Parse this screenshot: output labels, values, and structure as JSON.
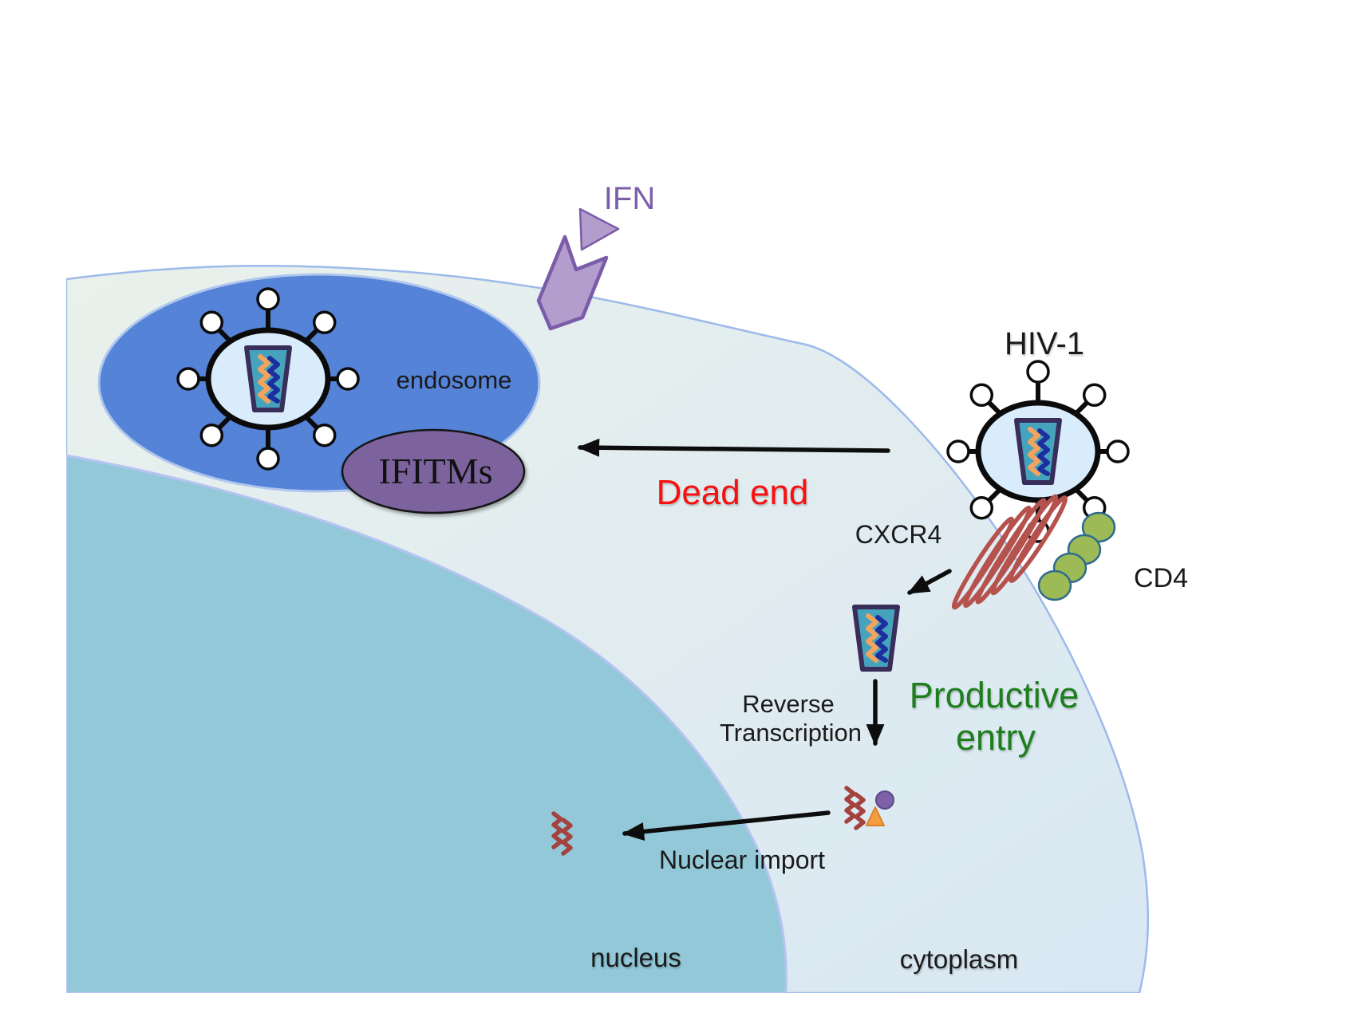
{
  "figure": {
    "description": "HIV-1 cell entry pathway diagram showing IFN-induced IFITMs blocking endosomal entry (dead end) versus productive entry via CXCR4/CD4",
    "labels": {
      "ifn": "IFN",
      "endosome": "endosome",
      "ifitms": "IFITMs",
      "hiv": "HIV-1",
      "dead_end": "Dead end",
      "cxcr4": "CXCR4",
      "cd4": "CD4",
      "reverse_line1": "Reverse",
      "reverse_line2": "Transcription",
      "productive_line1": "Productive",
      "productive_line2": "entry",
      "nuclear_import": "Nuclear import",
      "nucleus": "nucleus",
      "cytoplasm": "cytoplasm"
    }
  },
  "colors": {
    "background": "#ffffff",
    "cytoplasm_light": "#e9f1ec",
    "cytoplasm_dark": "#d8e7f3",
    "membrane_stroke": "#9dbaea",
    "nucleus_fill": "#92c8d8",
    "nucleus_stroke": "#b7c3f2",
    "endosome_fill": "#5583d8",
    "endosome_stroke": "#afc6ee",
    "ifitm_fill": "#7d639e",
    "virus_body_fill": "#d9ecfb",
    "capsid_fill": "#45a3bd",
    "capsid_stroke": "#392d5a",
    "rna_orange": "#f2a45f",
    "rna_navy": "#1d2f9e",
    "cxcr4_red": "#b5524e",
    "cd4_green": "#9cba55",
    "cd4_stroke": "#2f6b8f",
    "ifn_fill": "#b29dcc",
    "ifn_stroke": "#7b5ca8",
    "ifn_text": "#7c5fab",
    "dead_end_red": "#f90f0f",
    "productive_green": "#1e7e1e",
    "dna_red": "#a4423e",
    "pic_purple": "#7c63a8",
    "pic_triangle_orange": "#f59c3f",
    "arrow_black": "#0d0d0d",
    "label_black": "#1a1a1a"
  }
}
